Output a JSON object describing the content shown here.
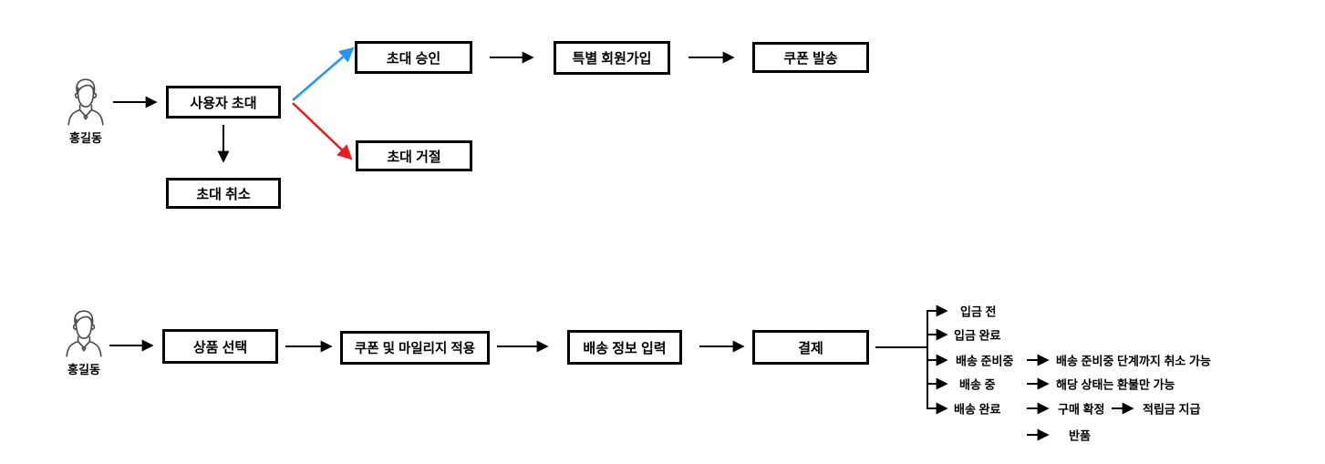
{
  "colors": {
    "flow_line": "#000000",
    "approve_arrow": "#2196F3",
    "reject_arrow": "#ED1B1B",
    "box_border": "#000000",
    "person_icon": "#4A4A4A"
  },
  "top_flow": {
    "actor_label": "홍길동",
    "nodes": {
      "user_invite": "사용자 초대",
      "invite_cancel": "초대 취소",
      "invite_approve": "초대 승인",
      "special_signup": "특별 회원가입",
      "coupon_send": "쿠폰 발송",
      "invite_reject": "초대 거절"
    }
  },
  "bottom_flow": {
    "actor_label": "홍길동",
    "nodes": {
      "product_select": "상품 선택",
      "coupon_mileage": "쿠폰 및 마일리지 적용",
      "shipping_input": "배송 정보 입력",
      "payment": "결제"
    },
    "payment_statuses": {
      "before_deposit": "입금 전",
      "deposit_complete": "입금 완료",
      "preparing_shipment": "배송 준비중",
      "in_shipping": "배송 중",
      "delivered": "배송 완료"
    },
    "status_notes": {
      "cancel_until_preparing": "배송 준비중 단계까지 취소 가능",
      "refund_only": "해당 상태는 환불만 가능",
      "purchase_confirm": "구매 확정",
      "reward_payment": "적립금 지급",
      "return": "반품"
    }
  }
}
